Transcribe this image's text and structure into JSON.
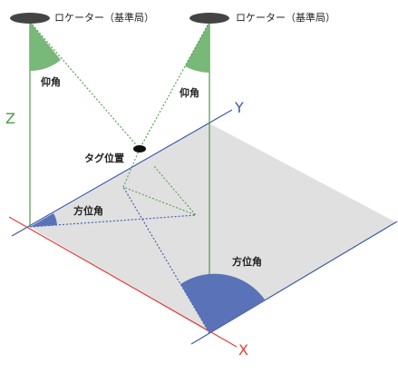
{
  "labels": {
    "locator_left": "ロケーター（基準局）",
    "locator_right": "ロケーター（基準局）",
    "elevation_left": "仰角",
    "elevation_right": "仰角",
    "tag_position": "タグ位置",
    "azimuth_small": "方位角",
    "azimuth_large": "方位角",
    "axis_z": "Z",
    "axis_y": "Y",
    "axis_x": "X"
  },
  "colors": {
    "floor": "#e0e0e0",
    "blue_axis": "#3d5aa8",
    "red_axis": "#e0403c",
    "green": "#4a9a4a",
    "green_fill": "#78b878",
    "blue_fill": "#5a72b8",
    "locator": "#444444",
    "text": "#222222"
  }
}
